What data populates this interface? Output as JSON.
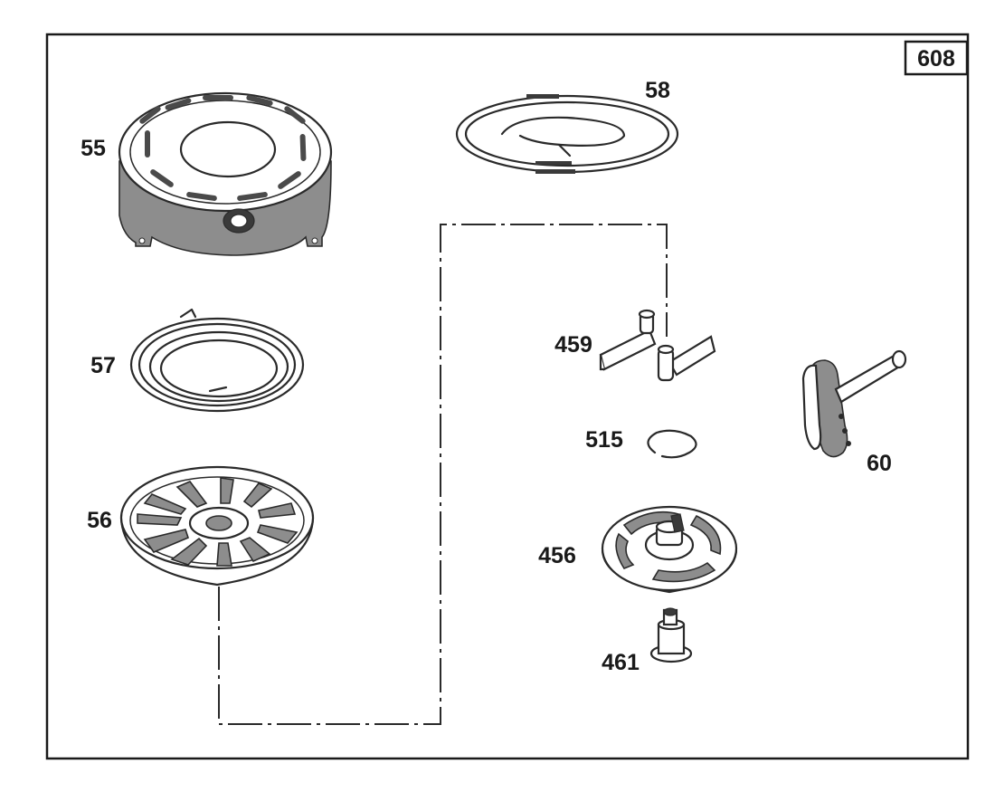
{
  "page_number": "608",
  "parts": [
    {
      "id": "housing",
      "label": "55"
    },
    {
      "id": "spring-ring",
      "label": "58"
    },
    {
      "id": "rewind-spring",
      "label": "57"
    },
    {
      "id": "pulley",
      "label": "56"
    },
    {
      "id": "pawl",
      "label": "459"
    },
    {
      "id": "retainer-clip",
      "label": "515"
    },
    {
      "id": "handle",
      "label": "60"
    },
    {
      "id": "ratchet",
      "label": "456"
    },
    {
      "id": "screw",
      "label": "461"
    }
  ]
}
